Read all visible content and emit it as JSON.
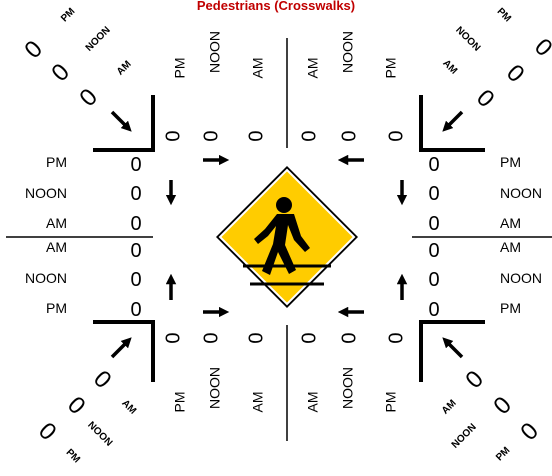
{
  "title": "Pedestrians (Crosswalks)",
  "colors": {
    "title": "#c00000",
    "sign_fill": "#ffcc00",
    "ink": "#000000"
  },
  "periods": [
    "AM",
    "NOON",
    "PM"
  ],
  "crosswalks": {
    "north": {
      "left": {
        "AM": "0",
        "NOON": "0",
        "PM": "0"
      },
      "right": {
        "AM": "0",
        "NOON": "0",
        "PM": "0"
      }
    },
    "south": {
      "left": {
        "AM": "0",
        "NOON": "0",
        "PM": "0"
      },
      "right": {
        "AM": "0",
        "NOON": "0",
        "PM": "0"
      }
    },
    "west": {
      "upper": {
        "PM": "0",
        "NOON": "0",
        "AM": "0"
      },
      "lower": {
        "AM": "0",
        "NOON": "0",
        "PM": "0"
      }
    },
    "east": {
      "upper": {
        "PM": "0",
        "NOON": "0",
        "AM": "0"
      },
      "lower": {
        "AM": "0",
        "NOON": "0",
        "PM": "0"
      }
    }
  },
  "corners": {
    "nw": {
      "PM": "0",
      "NOON": "0",
      "AM": "0"
    },
    "ne": {
      "PM": "0",
      "NOON": "0",
      "AM": "0"
    },
    "sw": {
      "AM": "0",
      "NOON": "0",
      "PM": "0"
    },
    "se": {
      "AM": "0",
      "NOON": "0",
      "PM": "0"
    }
  },
  "icons": {
    "center_sign": "pedestrian-crossing-sign",
    "arrow": "arrow-icon"
  }
}
